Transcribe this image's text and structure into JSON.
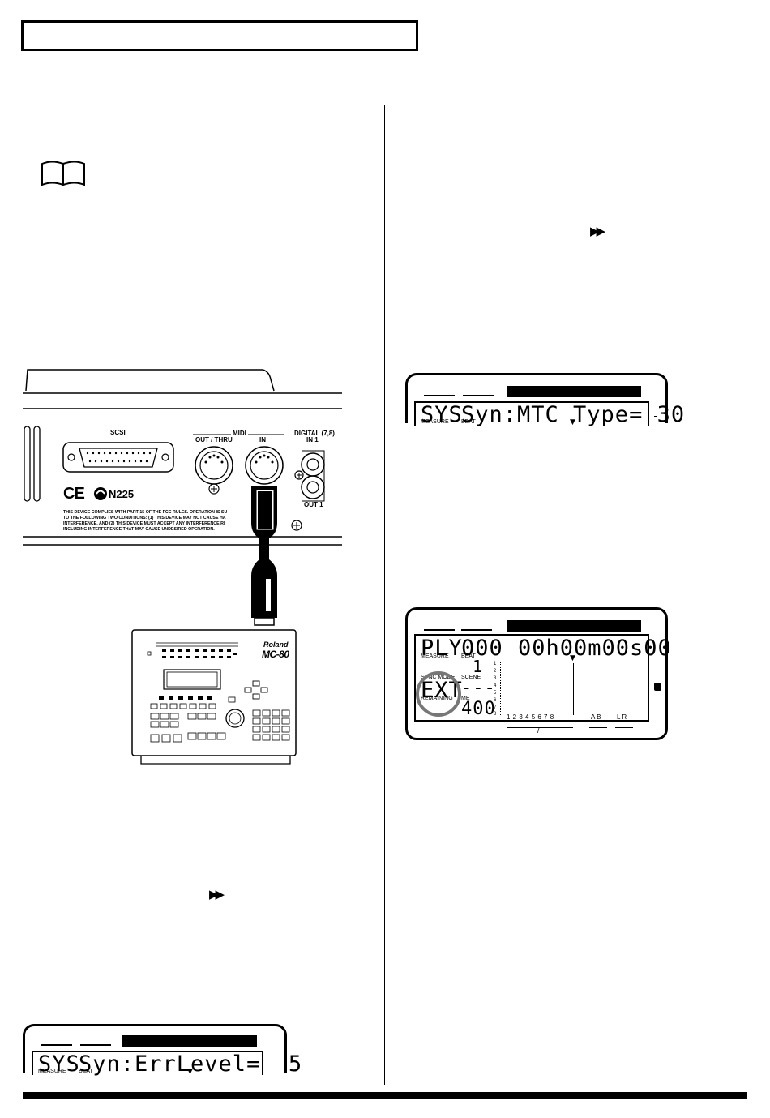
{
  "panel": {
    "scsi": "SCSI",
    "midi": "MIDI",
    "out_thru": "OUT / THRU",
    "in": "IN",
    "digital": "DIGITAL (7,8)",
    "digital_in": "IN 1",
    "digital_out": "OUT 1",
    "ce": "CE",
    "n225": "N225",
    "fcc_lines": [
      "THIS DEVICE COMPLIES WITH PART 15 OF THE FCC RULES. OPERATION IS SU",
      "TO THE FOLLOWING TWO CONDITIONS: (1) THIS DEVICE MAY NOT CAUSE HA",
      "INTERFERENCE, AND (2) THIS DEVICE MUST ACCEPT ANY INTERFERENCE RI",
      "INCLUDING INTERFERENCE THAT MAY CAUSE UNDESIRED OPERATION."
    ]
  },
  "mc80": {
    "brand": "Roland",
    "model": "MC-80"
  },
  "glyphs": {
    "fast_forward": "▶▶"
  },
  "lcd_errlevel": {
    "mode": "SYS",
    "text": "Syn:ErrLevel=  5",
    "measure": "MEASURE",
    "beat": "BEAT"
  },
  "lcd_mtc": {
    "mode": "SYS",
    "text": "Syn:MTC Type= 30",
    "measure": "MEASURE",
    "beat": "BEAT"
  },
  "lcd_play": {
    "mode": "PLY",
    "measure_val": "000",
    "time": "00h00m00s00",
    "measure": "MEASURE",
    "beat": "BEAT",
    "beat_val": "1",
    "sync_mode_label": "SYNC MODE",
    "scene_label": "SCENE",
    "ext": "EXT",
    "scene_val": "---",
    "remaining_label": "REMAINING",
    "me_label": "ME",
    "remaining_val": "400",
    "track_numbers": "1 2 3 4 5 6 7 8",
    "ab": "A B",
    "lr": "L R",
    "slash": "/",
    "meter_numbers": [
      "1",
      "2",
      "3",
      "4",
      "5",
      "6",
      "7",
      "8"
    ]
  }
}
